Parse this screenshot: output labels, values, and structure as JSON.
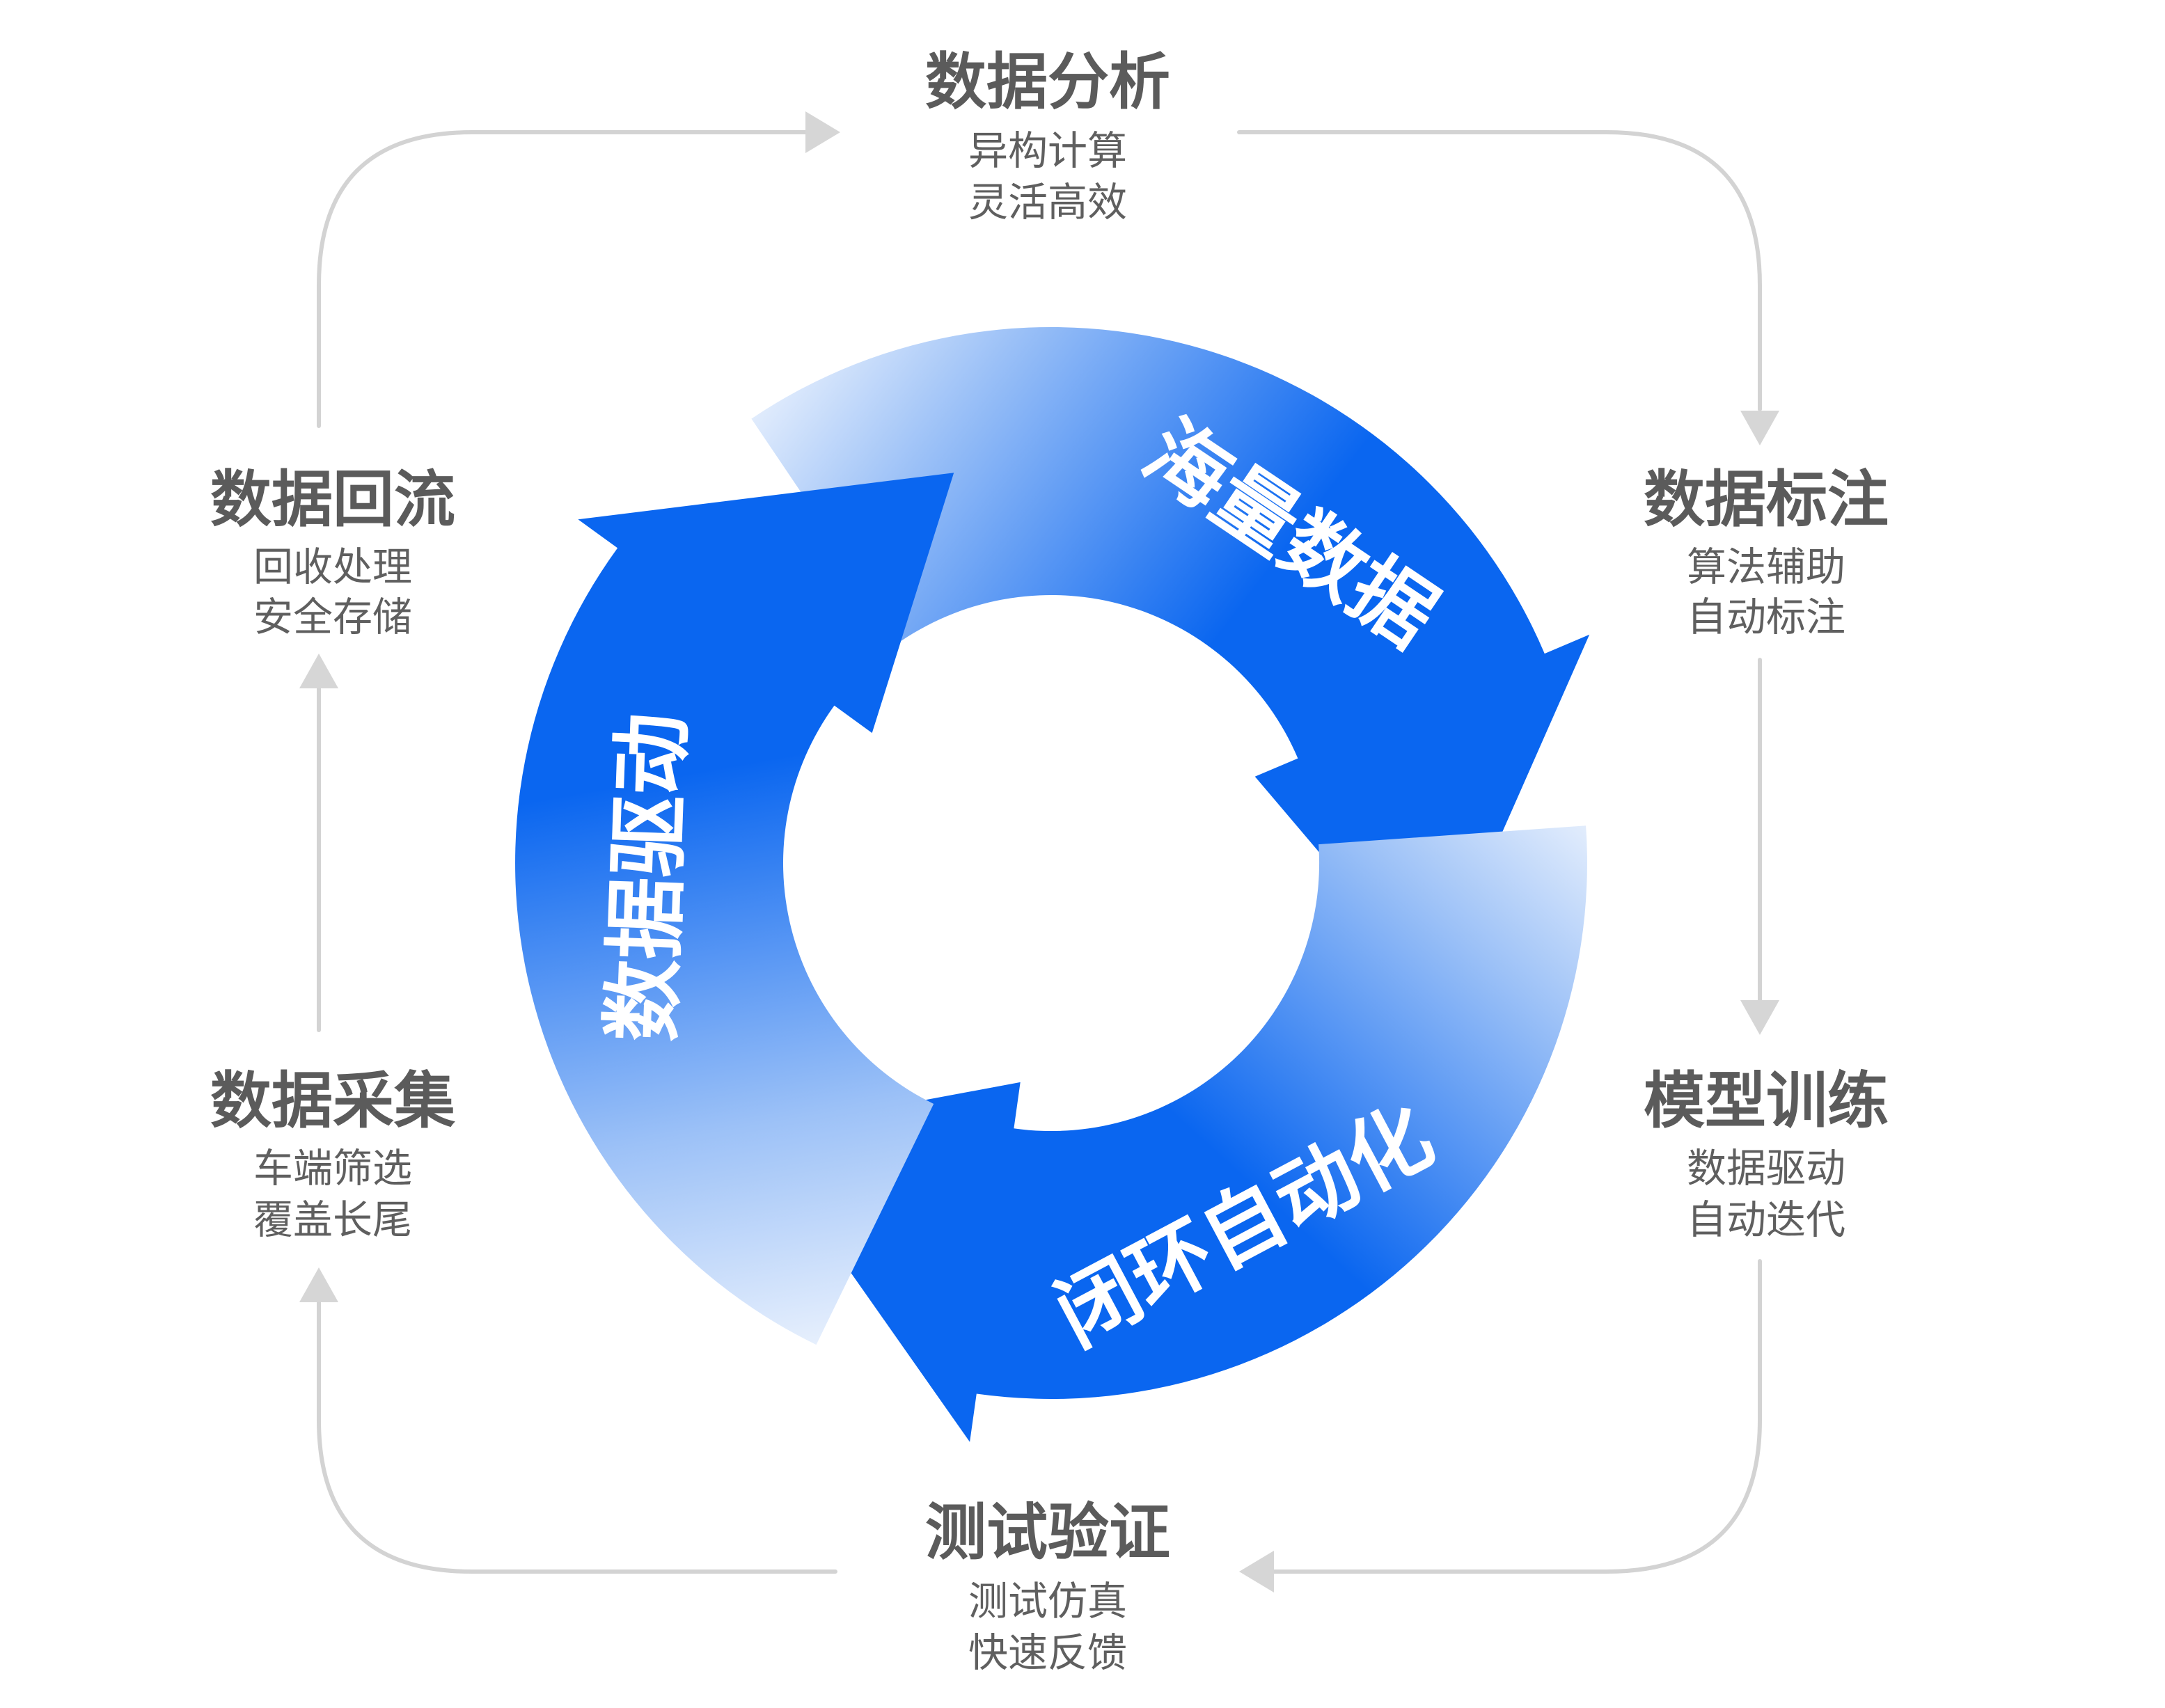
{
  "stages": [
    {
      "id": "analysis",
      "title": "数据分析",
      "lines": [
        "异构计算",
        "灵活高效"
      ]
    },
    {
      "id": "annotation",
      "title": "数据标注",
      "lines": [
        "算法辅助",
        "自动标注"
      ]
    },
    {
      "id": "training",
      "title": "模型训练",
      "lines": [
        "数据驱动",
        "自动迭代"
      ]
    },
    {
      "id": "testing",
      "title": "测试验证",
      "lines": [
        "测试仿真",
        "快速反馈"
      ]
    },
    {
      "id": "collection",
      "title": "数据采集",
      "lines": [
        "车端筛选",
        "覆盖长尾"
      ]
    },
    {
      "id": "reflow",
      "title": "数据回流",
      "lines": [
        "回收处理",
        "安全存储"
      ]
    }
  ],
  "cycle": {
    "segments": [
      {
        "id": "top",
        "label": "海量数据"
      },
      {
        "id": "bottom",
        "label": "闭环自动化"
      },
      {
        "id": "left",
        "label": "数据驱动"
      }
    ]
  },
  "colors": {
    "arrow_solid": "#0a66f0",
    "arrow_fade": "#e9f1fd",
    "text_gray": "#5b5b5b",
    "connector": "#d0d0d0",
    "connector_head": "#d6d6d6"
  }
}
